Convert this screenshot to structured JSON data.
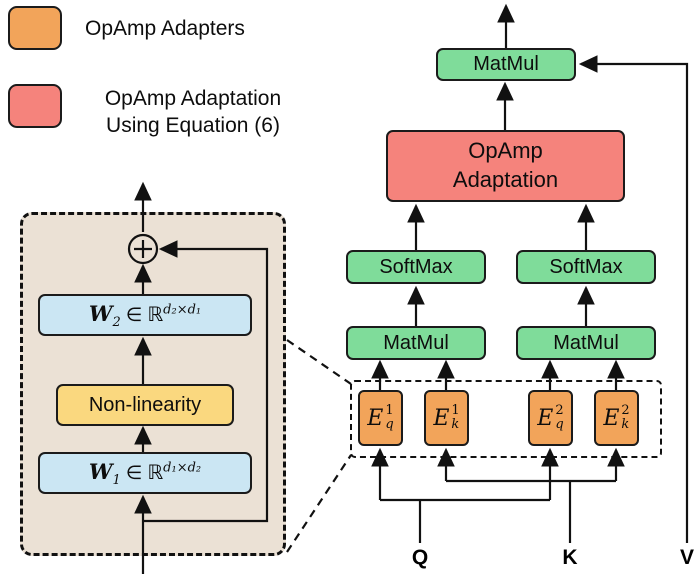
{
  "legend": {
    "adapters_label": "OpAmp Adapters",
    "adaptation_line1": "OpAmp Adaptation",
    "adaptation_line2": "Using Equation (6)"
  },
  "left_module": {
    "w2": {
      "sym": "W",
      "sub": "2",
      "rel": "∈",
      "set": "ℝ",
      "power": "d₂×d₁"
    },
    "nonlinearity_label": "Non-linearity",
    "w1": {
      "sym": "W",
      "sub": "1",
      "rel": "∈",
      "set": "ℝ",
      "power": "d₁×d₂"
    },
    "sum_symbol": "⊕"
  },
  "attention": {
    "output_matmul_label": "MatMul",
    "adaptation_line1": "OpAmp",
    "adaptation_line2": "Adaptation",
    "softmax_left_label": "SoftMax",
    "softmax_right_label": "SoftMax",
    "matmul_left_label": "MatMul",
    "matmul_right_label": "MatMul",
    "adapters": [
      {
        "sym": "E",
        "sup": "1",
        "sub": "q"
      },
      {
        "sym": "E",
        "sup": "1",
        "sub": "k"
      },
      {
        "sym": "E",
        "sup": "2",
        "sub": "q"
      },
      {
        "sym": "E",
        "sup": "2",
        "sub": "k"
      }
    ],
    "inputs": {
      "query": "Q",
      "key": "K",
      "value": "V"
    }
  },
  "colors": {
    "adapter-orange": "#F2A45A",
    "adaptation-red": "#F5837C",
    "op-green": "#7FDC9A",
    "weight-blue": "#CBE6F3",
    "nonlin-yellow": "#FAD87F",
    "module-beige": "#EBE1D5",
    "line-black": "#111111"
  }
}
